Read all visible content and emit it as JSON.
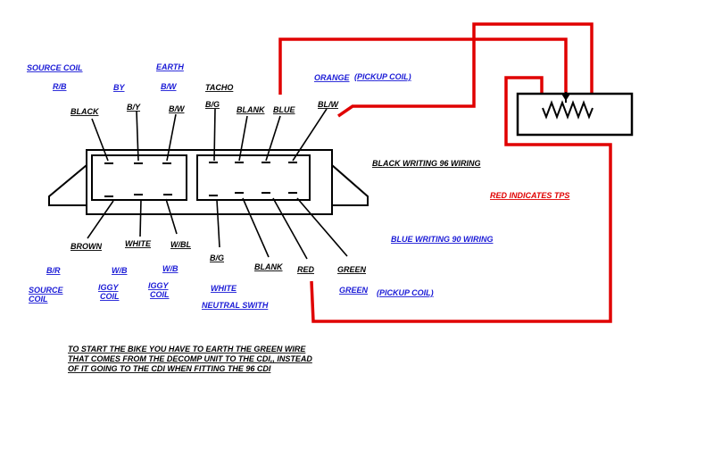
{
  "colors": {
    "black": "#000000",
    "blue": "#1a1ad6",
    "red": "#e00000"
  },
  "blue_top": {
    "source_coil": "SOURCE COIL",
    "earth": "EARTH",
    "rb": "R/B",
    "by": "BY",
    "bw": "B/W",
    "orange": "ORANGE",
    "pickup_coil": "(PICKUP COIL)"
  },
  "black_top": {
    "tacho": "TACHO",
    "black": "BLACK",
    "by": "B/Y",
    "bw": "B/W",
    "bg": "B/G",
    "blank": "BLANK",
    "blue": "BLUE",
    "blw": "BL/W"
  },
  "black_bottom": {
    "brown": "BROWN",
    "white": "WHITE",
    "wbl": "W/BL",
    "bg": "B/G",
    "blank": "BLANK",
    "red": "RED",
    "green": "GREEN"
  },
  "blue_bottom": {
    "br": "B/R",
    "wb1": "W/B",
    "wb2": "W/B",
    "source_coil_1": "SOURCE",
    "source_coil_2": "COIL",
    "iggy1_1": "IGGY",
    "iggy1_2": "COIL",
    "iggy2_1": "IGGY",
    "iggy2_2": "COIL",
    "white": "WHITE",
    "neutral": "NEUTRAL SWITH",
    "green": "GREEN",
    "pickup_coil": "(PICKUP COIL)"
  },
  "notes": {
    "black_writing": "BLACK WRITING 96 WIRING",
    "blue_writing": "BLUE WRITING 90 WIRING",
    "red_tps": "RED INDICATES TPS",
    "instruction_1": "TO START THE BIKE YOU HAVE TO EARTH  THE GREEN  WIRE",
    "instruction_2": "THAT COMES FROM THE DECOMP UNIT TO THE CDI,, INSTEAD",
    "instruction_3": "OF IT GOING TO THE CDI   WHEN FITTING THE 96 CDI"
  }
}
